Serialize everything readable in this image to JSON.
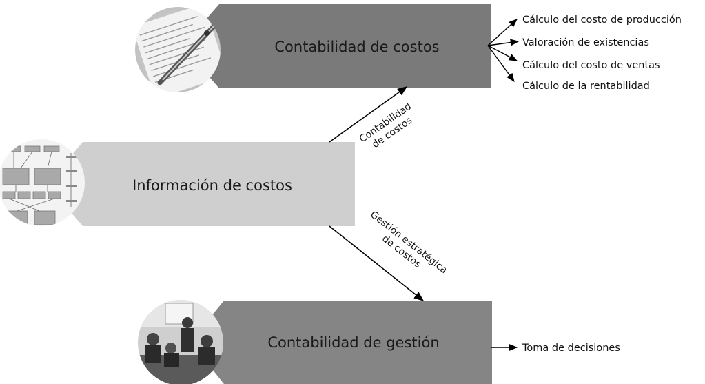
{
  "boxes": {
    "top": {
      "label": "Contabilidad de costos",
      "color": "#7a7a7a"
    },
    "middle": {
      "label": "Información de costos",
      "color": "#cfcfcf"
    },
    "bottom": {
      "label": "Contabilidad de gestión",
      "color": "#858585"
    }
  },
  "top_outputs": [
    "Cálculo del costo de producción",
    "Valoración de existencias",
    "Cálculo del costo de ventas",
    "Cálculo de la rentabilidad"
  ],
  "bottom_output": "Toma de decisiones",
  "arrow_labels": {
    "upper": {
      "line1": "Contabilidad",
      "line2": "de costos"
    },
    "lower": {
      "line1": "Gestión estratégica",
      "line2": "de costos"
    }
  },
  "photos": {
    "top": "pen-document-photo",
    "middle": "flowchart-photo",
    "bottom": "meeting-photo"
  }
}
